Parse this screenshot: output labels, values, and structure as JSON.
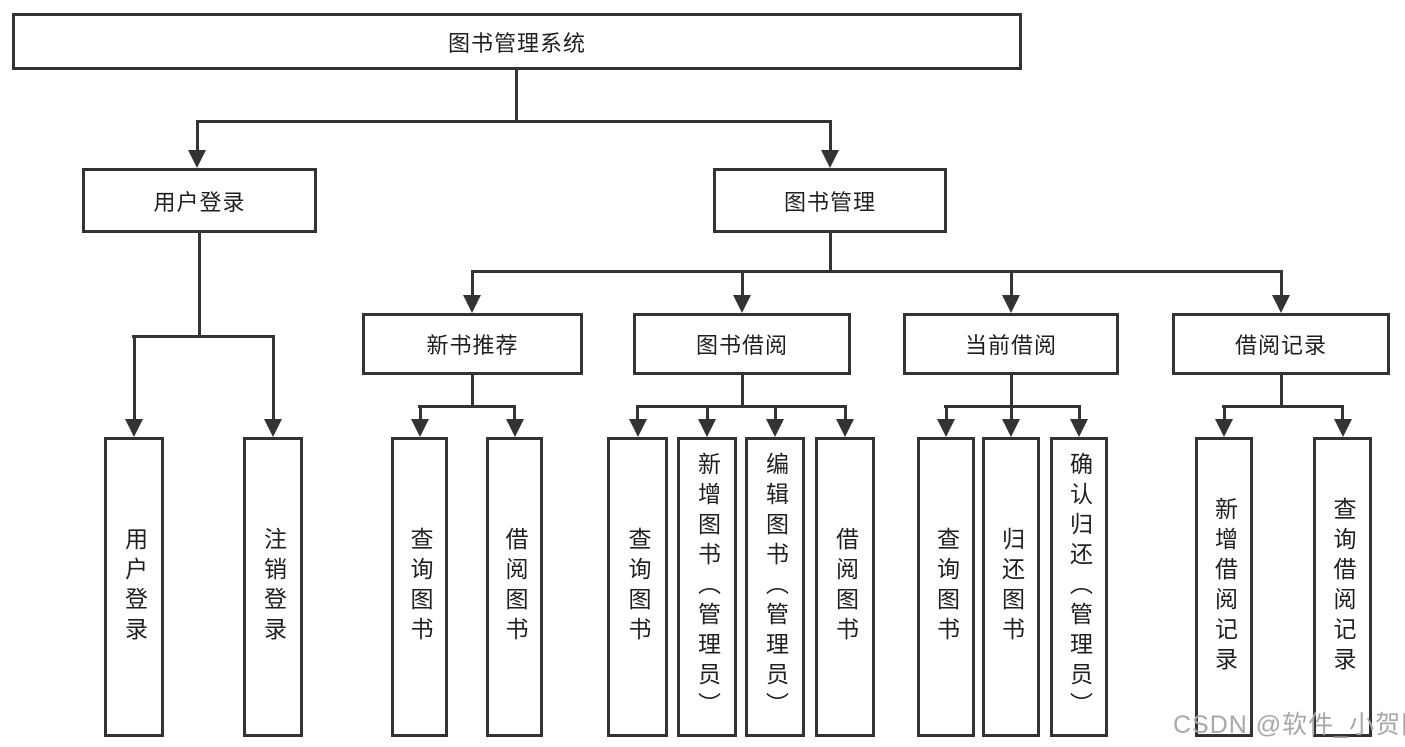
{
  "tree": {
    "label": "图书管理系统",
    "children": [
      {
        "label": "用户登录",
        "children": [
          {
            "label": "用户登录"
          },
          {
            "label": "注销登录"
          }
        ]
      },
      {
        "label": "图书管理",
        "children": [
          {
            "label": "新书推荐",
            "children": [
              {
                "label": "查询图书"
              },
              {
                "label": "借阅图书"
              }
            ]
          },
          {
            "label": "图书借阅",
            "children": [
              {
                "label": "查询图书"
              },
              {
                "label": "新增图书（管理员）"
              },
              {
                "label": "编辑图书（管理员）"
              },
              {
                "label": "借阅图书"
              }
            ]
          },
          {
            "label": "当前借阅",
            "children": [
              {
                "label": "查询图书"
              },
              {
                "label": "归还图书"
              },
              {
                "label": "确认归还（管理员）"
              }
            ]
          },
          {
            "label": "借阅记录",
            "children": [
              {
                "label": "新增借阅记录"
              },
              {
                "label": "查询借阅记录"
              }
            ]
          }
        ]
      }
    ]
  },
  "watermark": "CSDN @软件_小贺同学",
  "colors": {
    "line": "#333333",
    "text": "#1f1f1f",
    "watermark": "#a8a8a8",
    "background": "#ffffff"
  }
}
